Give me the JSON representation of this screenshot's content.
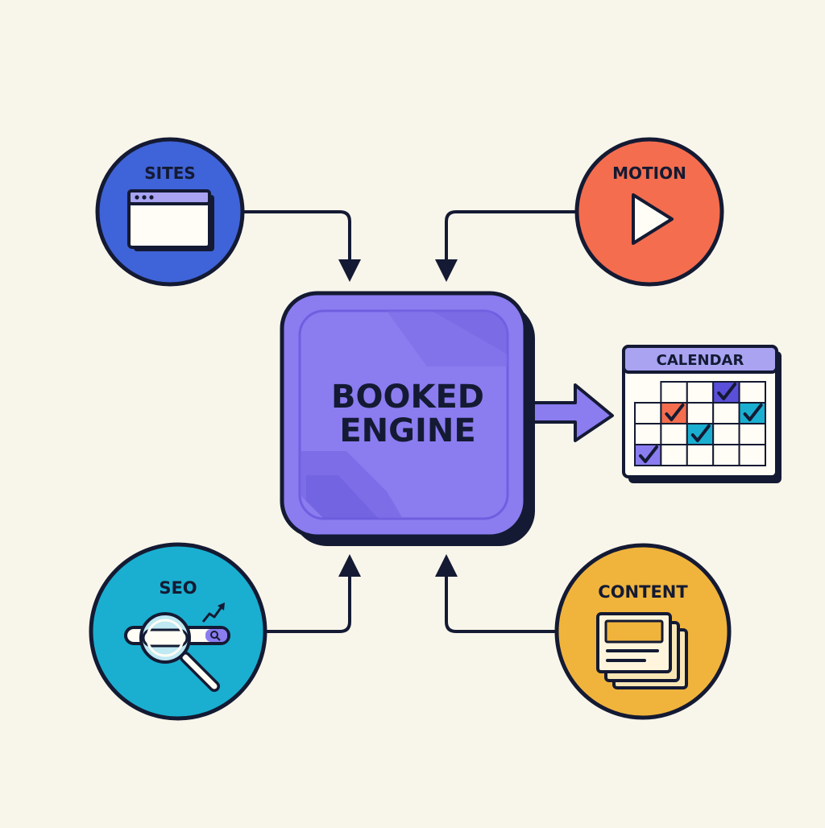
{
  "center": {
    "line1": "BOOKED",
    "line2": "ENGINE",
    "color": "#8b7cf0"
  },
  "inputs": {
    "sites": {
      "label": "SITES",
      "color": "#3f63d8"
    },
    "motion": {
      "label": "MOTION",
      "color": "#f46d4e"
    },
    "seo": {
      "label": "SEO",
      "color": "#1aafd0"
    },
    "content": {
      "label": "CONTENT",
      "color": "#f0b43d"
    }
  },
  "output": {
    "label": "CALENDAR",
    "header_color": "#a9a3f2",
    "check_colors": [
      "#8b7cf0",
      "#f46d4e",
      "#1aafd0",
      "#5a4fd8"
    ]
  },
  "colors": {
    "background": "#f8f5ea",
    "outline": "#141a33"
  }
}
